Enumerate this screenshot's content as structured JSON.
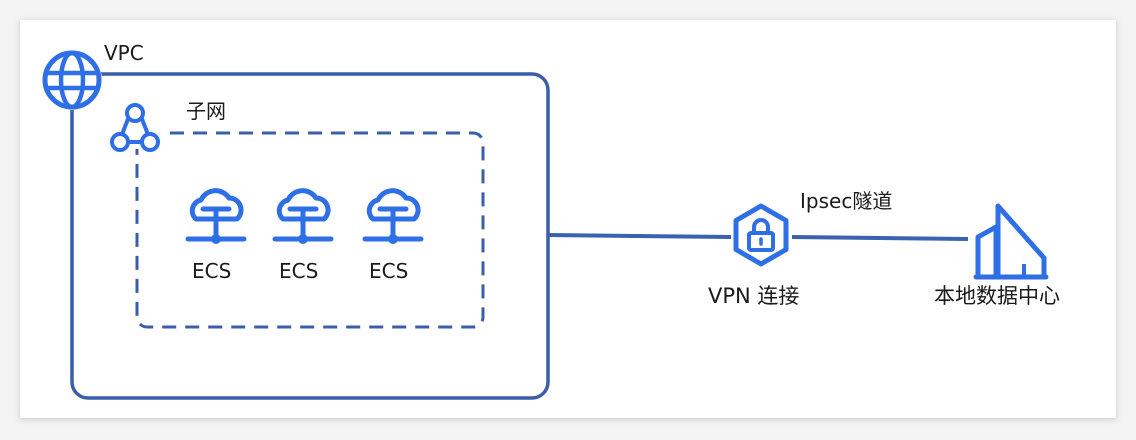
{
  "vpc": {
    "label": "VPC",
    "icon": "globe-icon"
  },
  "subnet": {
    "label": "子网",
    "icon": "subnet-network-icon"
  },
  "ecs_nodes": [
    {
      "label": "ECS",
      "icon": "cloud-server-icon"
    },
    {
      "label": "ECS",
      "icon": "cloud-server-icon"
    },
    {
      "label": "ECS",
      "icon": "cloud-server-icon"
    }
  ],
  "vpn": {
    "label": "VPN 连接",
    "icon": "lock-hexagon-icon"
  },
  "tunnel": {
    "label": "Ipsec隧道"
  },
  "datacenter": {
    "label": "本地数据中心",
    "icon": "building-icon"
  },
  "colors": {
    "vpc_border": "#3a5fa8",
    "icon_blue": "#2f6fe6",
    "line": "#3a62b0"
  }
}
